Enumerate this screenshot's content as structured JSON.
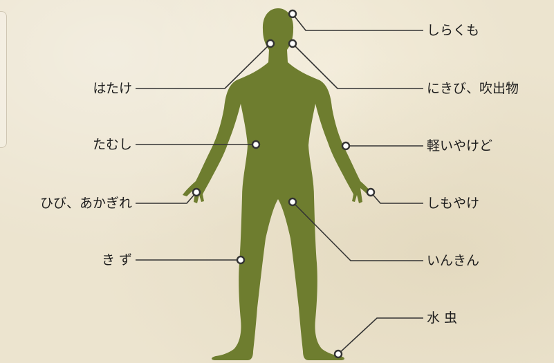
{
  "colors": {
    "figure": "#6e7d2f",
    "line": "#333333",
    "dot_fill": "#ffffff",
    "background": "#ece4cf"
  },
  "labels": {
    "shirakumo": "しらくも",
    "nikibi": "にきび、吹出物",
    "hatake": "はたけ",
    "tamushi": "たむし",
    "yakedo": "軽いやけど",
    "hibi": "ひび、あかぎれ",
    "shimoyake": "しもやけ",
    "kizu": "き ず",
    "inkin": "いんきん",
    "mizumushi": "水 虫"
  }
}
